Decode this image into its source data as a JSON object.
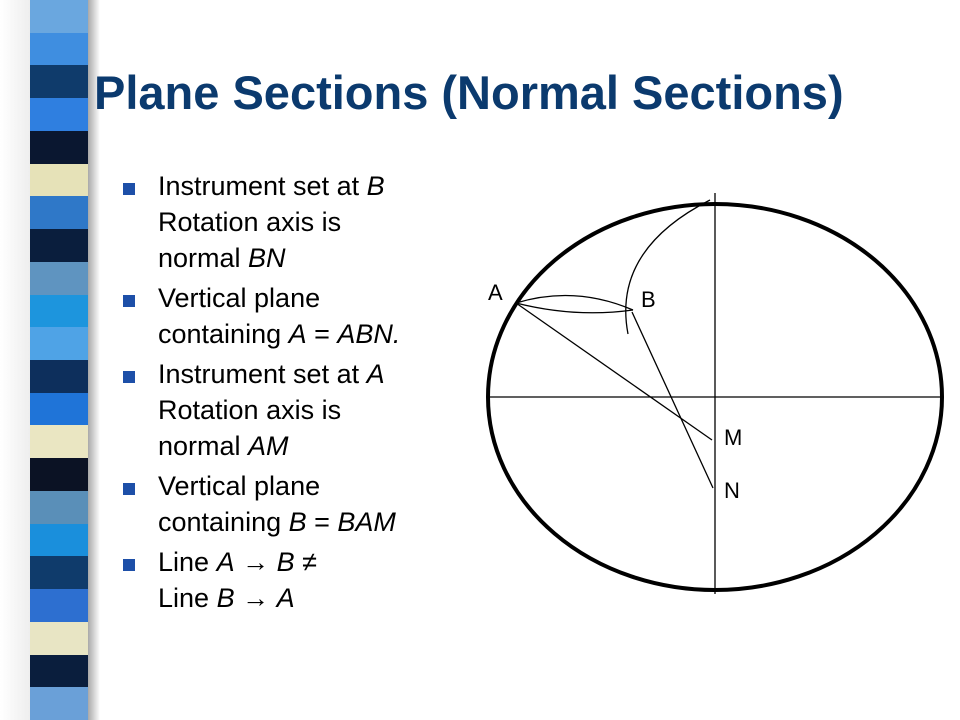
{
  "slide": {
    "title": "Plane Sections (Normal Sections)",
    "bullets": [
      {
        "lines": [
          [
            {
              "t": "Instrument set at "
            },
            {
              "t": "B",
              "i": true
            }
          ],
          [
            {
              "t": "Rotation axis is"
            }
          ],
          [
            {
              "t": "normal "
            },
            {
              "t": "BN",
              "i": true
            }
          ]
        ]
      },
      {
        "lines": [
          [
            {
              "t": "Vertical plane"
            }
          ],
          [
            {
              "t": "containing "
            },
            {
              "t": "A",
              "i": true
            },
            {
              "t": " = "
            },
            {
              "t": "ABN.",
              "i": true
            }
          ]
        ]
      },
      {
        "lines": [
          [
            {
              "t": "Instrument set at "
            },
            {
              "t": "A",
              "i": true
            }
          ],
          [
            {
              "t": "Rotation axis is"
            }
          ],
          [
            {
              "t": "normal "
            },
            {
              "t": "AM",
              "i": true
            }
          ]
        ]
      },
      {
        "lines": [
          [
            {
              "t": "Vertical plane"
            }
          ],
          [
            {
              "t": "containing "
            },
            {
              "t": "B",
              "i": true
            },
            {
              "t": " = "
            },
            {
              "t": "BAM",
              "i": true
            }
          ]
        ]
      },
      {
        "lines": [
          [
            {
              "t": "Line "
            },
            {
              "t": "A",
              "i": true
            },
            {
              "t": " → "
            },
            {
              "t": "B",
              "i": true
            },
            {
              "t": " ≠"
            }
          ],
          [
            {
              "t": "Line "
            },
            {
              "t": "B",
              "i": true
            },
            {
              "t": " → "
            },
            {
              "t": "A",
              "i": true
            }
          ]
        ]
      }
    ]
  },
  "diagram": {
    "labels": {
      "A": "A",
      "B": "B",
      "M": "M",
      "N": "N"
    }
  },
  "theme": {
    "title_color": "#0b3a6e",
    "bullet_color": "#1d4fa8",
    "stripe_colors": [
      "#6aa7df",
      "#3f8ee0",
      "#0f3b6b",
      "#2f7fe0",
      "#0a1730",
      "#e6e2b8",
      "#2f78c8",
      "#0a1e3d",
      "#5f94c0",
      "#1d95dd",
      "#4fa3e6",
      "#0d2f5c",
      "#1f74d8",
      "#eae6c2",
      "#0b1224",
      "#5a8fb8",
      "#1a8fdc",
      "#0f3b6b",
      "#2d6fd0",
      "#e8e5c4",
      "#0a1e3d",
      "#6aa0d8"
    ]
  }
}
